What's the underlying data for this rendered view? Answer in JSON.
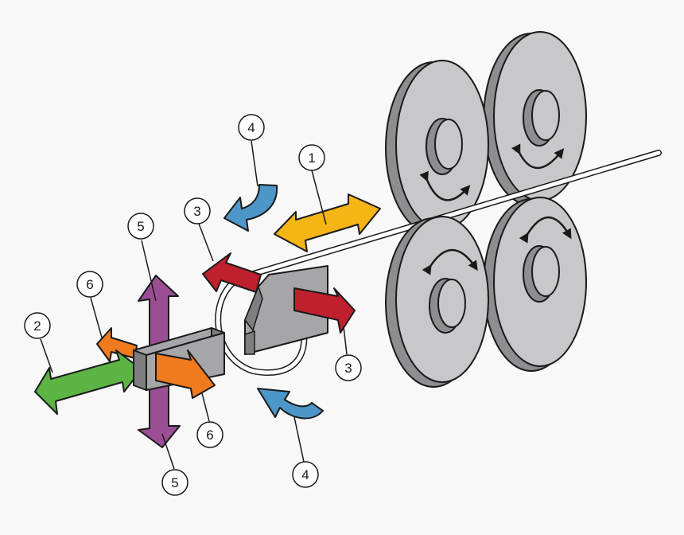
{
  "colors": {
    "background": "#f8f8f8",
    "roller_face": "#c8c8ca",
    "roller_rim": "#8e8e91",
    "roller_hub": "#c8c8ca",
    "outline": "#1a1a1a",
    "wire": "#ffffff",
    "die_block": "#a6a6a9",
    "die_block_dark": "#7e7e81",
    "arrow_yellow": "#f5b515",
    "arrow_red": "#c0202d",
    "arrow_blue": "#4d96c8",
    "arrow_green": "#5cb445",
    "arrow_orange": "#f07b1e",
    "arrow_purple": "#9b4e93"
  },
  "callouts": [
    {
      "id": "axis-1",
      "label": "1"
    },
    {
      "id": "axis-2",
      "label": "2"
    },
    {
      "id": "axis-3-top",
      "label": "3"
    },
    {
      "id": "axis-3-bottom",
      "label": "3"
    },
    {
      "id": "axis-4-top",
      "label": "4"
    },
    {
      "id": "axis-4-bottom",
      "label": "4"
    },
    {
      "id": "axis-5-top",
      "label": "5"
    },
    {
      "id": "axis-5-bottom",
      "label": "5"
    },
    {
      "id": "axis-6-top",
      "label": "6"
    },
    {
      "id": "axis-6-bottom",
      "label": "6"
    }
  ],
  "rollers": [
    {
      "id": "roller-top-left",
      "rotation": "bidirectional"
    },
    {
      "id": "roller-top-right",
      "rotation": "bidirectional"
    },
    {
      "id": "roller-bottom-left",
      "rotation": "bidirectional"
    },
    {
      "id": "roller-bottom-right",
      "rotation": "bidirectional"
    }
  ]
}
